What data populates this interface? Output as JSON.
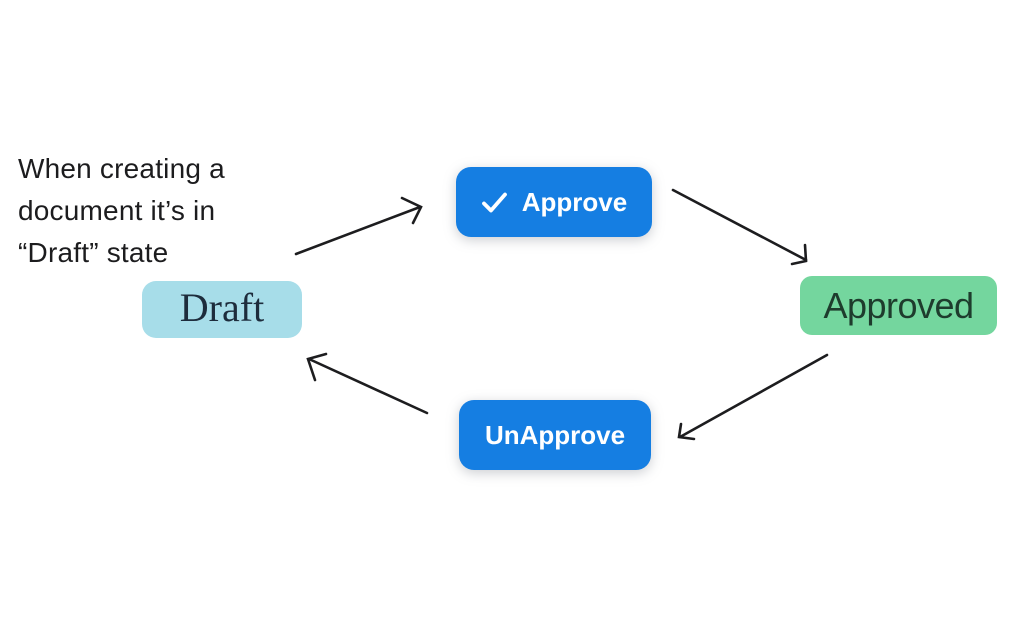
{
  "canvas": {
    "background": "#ffffff"
  },
  "note": {
    "lines": [
      "When creating a",
      "document it’s in",
      "“Draft” state"
    ],
    "text_color": "#1c1c1e"
  },
  "states": {
    "draft": {
      "label": "Draft",
      "bg_color": "#a7dde9",
      "text_color": "#1d2c3c"
    },
    "approved": {
      "label": "Approved",
      "bg_color": "#74d69e",
      "text_color": "#1e3c2d"
    }
  },
  "buttons": {
    "approve": {
      "label": "Approve",
      "icon": "check-icon",
      "bg_color": "#157ee2",
      "text_color": "#ffffff"
    },
    "unapprove": {
      "label": "UnApprove",
      "bg_color": "#157ee2",
      "text_color": "#ffffff"
    }
  },
  "arrows": {
    "color": "#1d1d1f",
    "items": [
      {
        "name": "draft-to-approve",
        "from": "Draft",
        "to": "Approve"
      },
      {
        "name": "approve-to-approved",
        "from": "Approve",
        "to": "Approved"
      },
      {
        "name": "approved-to-unapprove",
        "from": "Approved",
        "to": "UnApprove"
      },
      {
        "name": "unapprove-to-draft",
        "from": "UnApprove",
        "to": "Draft"
      }
    ]
  }
}
